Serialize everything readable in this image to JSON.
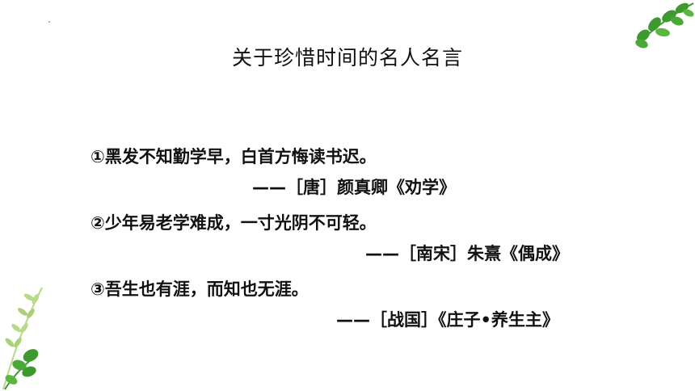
{
  "slide": {
    "title": "关于珍惜时间的名人名言",
    "quotes": [
      {
        "text": "①黑发不知勤学早，白首方悔读书迟。",
        "source": "——［唐］颜真卿《劝学》"
      },
      {
        "text": "②少年易老学难成，一寸光阴不可轻。",
        "source": "——［南宋］朱熹《偶成》"
      },
      {
        "text": "③吾生也有涯，而知也无涯。",
        "source": "——［战国］《庄子•养生主》"
      }
    ]
  },
  "decorations": {
    "top_right": "leaf-branch-icon",
    "bottom_left": "leaf-branch-icon",
    "leaf_color": "#3f9a2e",
    "leaf_light_color": "#b7d98a"
  }
}
